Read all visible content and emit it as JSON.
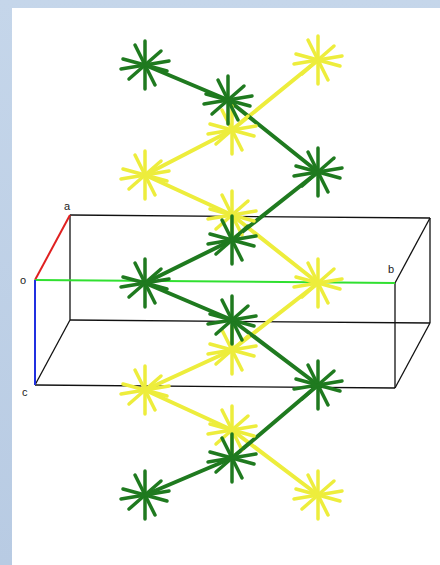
{
  "diagram": {
    "labels": [
      "a",
      "o",
      "b",
      "c"
    ]
  }
}
